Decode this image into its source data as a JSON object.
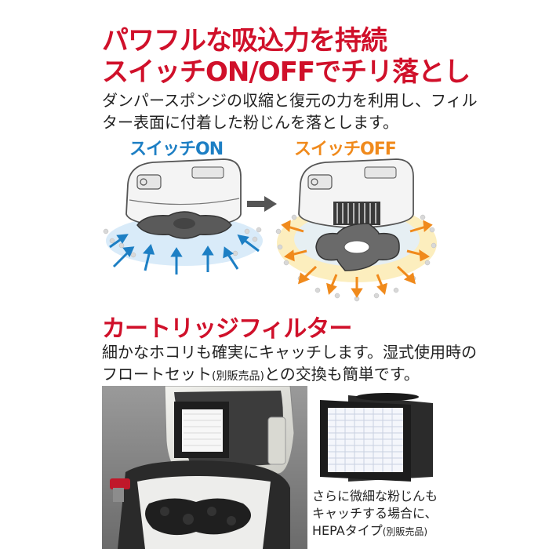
{
  "headline": {
    "line1": "パワフルな吸込力を持続",
    "line2": "スイッチON/OFFでチリ落とし"
  },
  "description1": {
    "line1": "ダンパースポンジの収縮と復元の力を利用し、フィル",
    "line2": "ター表面に付着した粉じんを落とします。"
  },
  "diagram": {
    "label_on": "スイッチON",
    "label_off": "スイッチOFF"
  },
  "cartridge": {
    "title": "カートリッジフィルター",
    "line1": "細かなホコリも確実にキャッチします。湿式使用時の",
    "line2_main": "フロートセット",
    "line2_small": "(別販売品)",
    "line2_end": "との交換も簡単です。"
  },
  "hepa_caption": {
    "line1": "さらに微細な粉じんも",
    "line2": "キャッチする場合に、",
    "line3_main": "HEPAタイプ",
    "line3_small": "(別販売品)"
  },
  "colors": {
    "headline_red": "#d0102a",
    "on_blue": "#1d7fc4",
    "off_orange": "#f08a1c"
  }
}
